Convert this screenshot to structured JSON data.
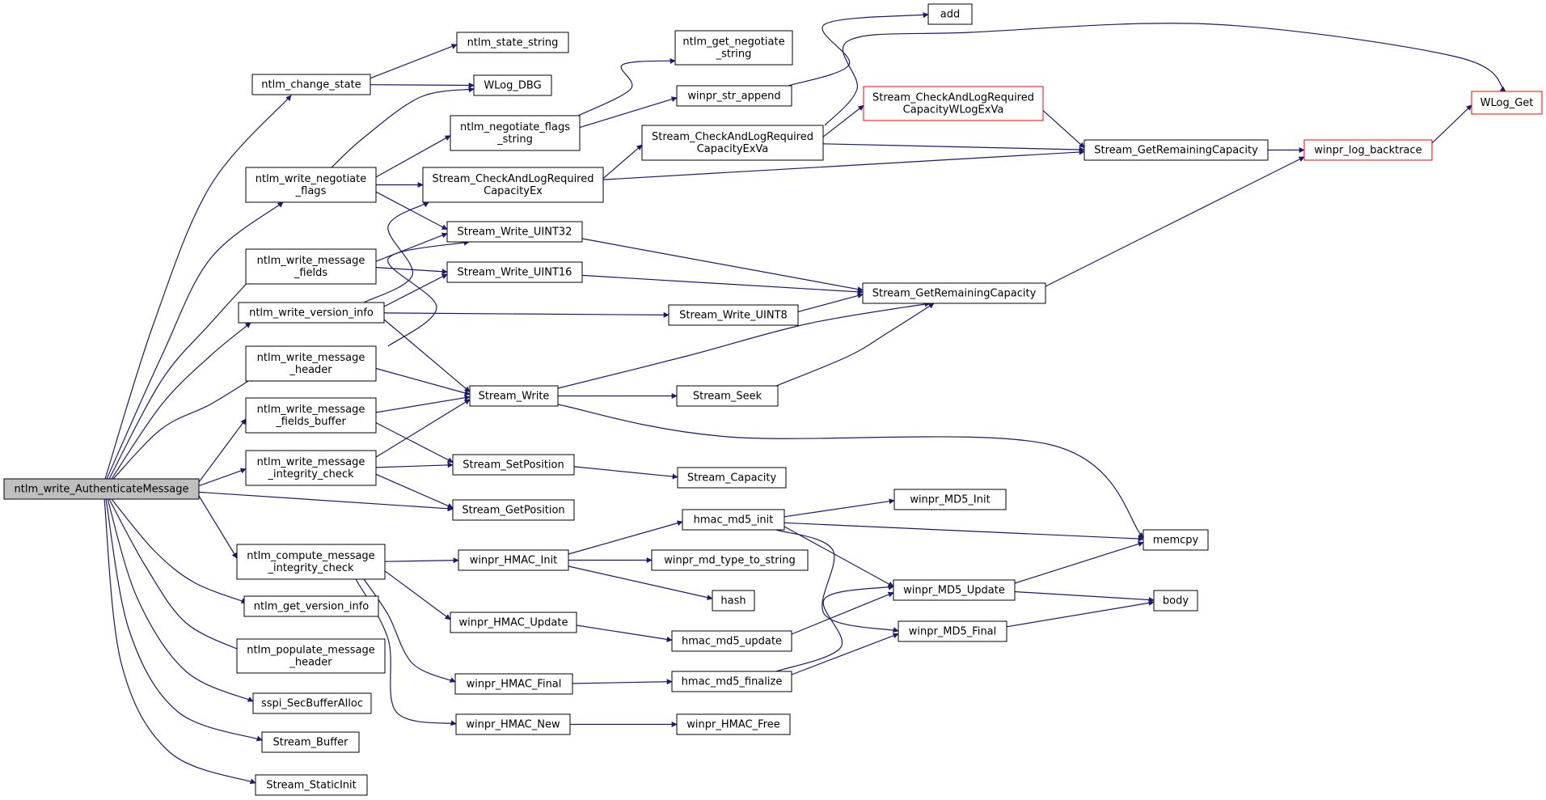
{
  "graph": {
    "edge_color": "#191970",
    "root_fill": "#bfbfbf",
    "truncated_border": "#ff0000",
    "nodes": [
      {
        "id": "root",
        "lines": [
          "ntlm_write_AuthenticateMessage"
        ],
        "root": true
      },
      {
        "id": "change_state",
        "lines": [
          "ntlm_change_state"
        ]
      },
      {
        "id": "state_string",
        "lines": [
          "ntlm_state_string"
        ]
      },
      {
        "id": "wlog_dbg",
        "lines": [
          "WLog_DBG"
        ]
      },
      {
        "id": "get_neg_string",
        "lines": [
          "ntlm_get_negotiate",
          "_string"
        ]
      },
      {
        "id": "add",
        "lines": [
          "add"
        ]
      },
      {
        "id": "str_append",
        "lines": [
          "winpr_str_append"
        ]
      },
      {
        "id": "neg_flags_string",
        "lines": [
          "ntlm_negotiate_flags",
          "_string"
        ]
      },
      {
        "id": "write_neg_flags",
        "lines": [
          "ntlm_write_negotiate",
          "_flags"
        ]
      },
      {
        "id": "cc_ex",
        "lines": [
          "Stream_CheckAndLogRequired",
          "CapacityEx"
        ]
      },
      {
        "id": "cc_exva",
        "lines": [
          "Stream_CheckAndLogRequired",
          "CapacityExVa"
        ]
      },
      {
        "id": "cc_wlogexva",
        "lines": [
          "Stream_CheckAndLogRequired",
          "CapacityWLogExVa"
        ],
        "truncated": true
      },
      {
        "id": "wlog_get",
        "lines": [
          "WLog_Get"
        ],
        "truncated": true
      },
      {
        "id": "remcap1",
        "lines": [
          "Stream_GetRemainingCapacity"
        ]
      },
      {
        "id": "log_backtrace",
        "lines": [
          "winpr_log_backtrace"
        ],
        "truncated": true
      },
      {
        "id": "w_uint32",
        "lines": [
          "Stream_Write_UINT32"
        ]
      },
      {
        "id": "w_uint16",
        "lines": [
          "Stream_Write_UINT16"
        ]
      },
      {
        "id": "w_uint8",
        "lines": [
          "Stream_Write_UINT8"
        ]
      },
      {
        "id": "remcap2",
        "lines": [
          "Stream_GetRemainingCapacity"
        ]
      },
      {
        "id": "write_msg_fields",
        "lines": [
          "ntlm_write_message",
          "_fields"
        ]
      },
      {
        "id": "write_version_info",
        "lines": [
          "ntlm_write_version_info"
        ]
      },
      {
        "id": "write_msg_header",
        "lines": [
          "ntlm_write_message",
          "_header"
        ]
      },
      {
        "id": "stream_write",
        "lines": [
          "Stream_Write"
        ]
      },
      {
        "id": "stream_seek",
        "lines": [
          "Stream_Seek"
        ]
      },
      {
        "id": "write_fields_buffer",
        "lines": [
          "ntlm_write_message",
          "_fields_buffer"
        ]
      },
      {
        "id": "write_integrity",
        "lines": [
          "ntlm_write_message",
          "_integrity_check"
        ]
      },
      {
        "id": "set_position",
        "lines": [
          "Stream_SetPosition"
        ]
      },
      {
        "id": "capacity",
        "lines": [
          "Stream_Capacity"
        ]
      },
      {
        "id": "get_position",
        "lines": [
          "Stream_GetPosition"
        ]
      },
      {
        "id": "md5_init",
        "lines": [
          "winpr_MD5_Init"
        ]
      },
      {
        "id": "hmac_md5_init",
        "lines": [
          "hmac_md5_init"
        ]
      },
      {
        "id": "memcpy",
        "lines": [
          "memcpy"
        ]
      },
      {
        "id": "compute_integrity",
        "lines": [
          "ntlm_compute_message",
          "_integrity_check"
        ]
      },
      {
        "id": "hmac_init",
        "lines": [
          "winpr_HMAC_Init"
        ]
      },
      {
        "id": "md_type_string",
        "lines": [
          "winpr_md_type_to_string"
        ]
      },
      {
        "id": "hash",
        "lines": [
          "hash"
        ]
      },
      {
        "id": "md5_update",
        "lines": [
          "winpr_MD5_Update"
        ]
      },
      {
        "id": "body",
        "lines": [
          "body"
        ]
      },
      {
        "id": "get_version_info",
        "lines": [
          "ntlm_get_version_info"
        ]
      },
      {
        "id": "hmac_update",
        "lines": [
          "winpr_HMAC_Update"
        ]
      },
      {
        "id": "hmac_md5_update",
        "lines": [
          "hmac_md5_update"
        ]
      },
      {
        "id": "md5_final",
        "lines": [
          "winpr_MD5_Final"
        ]
      },
      {
        "id": "populate_header",
        "lines": [
          "ntlm_populate_message",
          "_header"
        ]
      },
      {
        "id": "hmac_final",
        "lines": [
          "winpr_HMAC_Final"
        ]
      },
      {
        "id": "hmac_md5_finalize",
        "lines": [
          "hmac_md5_finalize"
        ]
      },
      {
        "id": "secbuf_alloc",
        "lines": [
          "sspi_SecBufferAlloc"
        ]
      },
      {
        "id": "hmac_new",
        "lines": [
          "winpr_HMAC_New"
        ]
      },
      {
        "id": "hmac_free",
        "lines": [
          "winpr_HMAC_Free"
        ]
      },
      {
        "id": "stream_buffer",
        "lines": [
          "Stream_Buffer"
        ]
      },
      {
        "id": "static_init",
        "lines": [
          "Stream_StaticInit"
        ]
      }
    ],
    "edges": [
      [
        "root",
        "change_state"
      ],
      [
        "root",
        "write_neg_flags"
      ],
      [
        "root",
        "write_msg_fields"
      ],
      [
        "root",
        "write_version_info"
      ],
      [
        "root",
        "write_msg_header"
      ],
      [
        "root",
        "write_fields_buffer"
      ],
      [
        "root",
        "write_integrity"
      ],
      [
        "root",
        "get_position"
      ],
      [
        "root",
        "compute_integrity"
      ],
      [
        "root",
        "get_version_info"
      ],
      [
        "root",
        "populate_header"
      ],
      [
        "root",
        "secbuf_alloc"
      ],
      [
        "root",
        "stream_buffer"
      ],
      [
        "root",
        "static_init"
      ],
      [
        "change_state",
        "state_string"
      ],
      [
        "change_state",
        "wlog_dbg"
      ],
      [
        "write_neg_flags",
        "wlog_dbg"
      ],
      [
        "write_neg_flags",
        "neg_flags_string"
      ],
      [
        "write_neg_flags",
        "cc_ex"
      ],
      [
        "write_neg_flags",
        "w_uint32"
      ],
      [
        "neg_flags_string",
        "get_neg_string"
      ],
      [
        "neg_flags_string",
        "str_append"
      ],
      [
        "str_append",
        "add"
      ],
      [
        "cc_ex",
        "cc_exva"
      ],
      [
        "cc_ex",
        "remcap1"
      ],
      [
        "cc_exva",
        "cc_wlogexva"
      ],
      [
        "cc_exva",
        "remcap1"
      ],
      [
        "cc_exva",
        "wlog_get"
      ],
      [
        "cc_wlogexva",
        "remcap1"
      ],
      [
        "remcap1",
        "log_backtrace"
      ],
      [
        "log_backtrace",
        "wlog_get"
      ],
      [
        "write_msg_fields",
        "w_uint32"
      ],
      [
        "write_msg_fields",
        "w_uint16"
      ],
      [
        "write_version_info",
        "cc_ex"
      ],
      [
        "write_version_info",
        "w_uint16"
      ],
      [
        "write_version_info",
        "w_uint8"
      ],
      [
        "write_version_info",
        "stream_write"
      ],
      [
        "write_msg_header",
        "w_uint32"
      ],
      [
        "write_msg_header",
        "stream_write"
      ],
      [
        "w_uint32",
        "remcap2"
      ],
      [
        "w_uint16",
        "remcap2"
      ],
      [
        "w_uint8",
        "remcap2"
      ],
      [
        "remcap2",
        "log_backtrace"
      ],
      [
        "stream_write",
        "remcap2"
      ],
      [
        "stream_write",
        "stream_seek"
      ],
      [
        "stream_write",
        "memcpy"
      ],
      [
        "stream_seek",
        "remcap2"
      ],
      [
        "write_fields_buffer",
        "stream_write"
      ],
      [
        "write_fields_buffer",
        "set_position"
      ],
      [
        "write_integrity",
        "stream_write"
      ],
      [
        "write_integrity",
        "set_position"
      ],
      [
        "write_integrity",
        "get_position"
      ],
      [
        "set_position",
        "capacity"
      ],
      [
        "compute_integrity",
        "hmac_init"
      ],
      [
        "compute_integrity",
        "hmac_update"
      ],
      [
        "compute_integrity",
        "hmac_final"
      ],
      [
        "compute_integrity",
        "hmac_new"
      ],
      [
        "hmac_init",
        "hmac_md5_init"
      ],
      [
        "hmac_init",
        "md_type_string"
      ],
      [
        "hmac_init",
        "hash"
      ],
      [
        "hmac_md5_init",
        "md5_init"
      ],
      [
        "hmac_md5_init",
        "memcpy"
      ],
      [
        "hmac_md5_init",
        "md5_update"
      ],
      [
        "hmac_md5_init",
        "md5_final"
      ],
      [
        "hmac_update",
        "hmac_md5_update"
      ],
      [
        "hmac_md5_update",
        "md5_update"
      ],
      [
        "hmac_final",
        "hmac_md5_finalize"
      ],
      [
        "hmac_md5_finalize",
        "md5_update"
      ],
      [
        "hmac_md5_finalize",
        "md5_final"
      ],
      [
        "md5_update",
        "memcpy"
      ],
      [
        "md5_update",
        "body"
      ],
      [
        "md5_final",
        "body"
      ],
      [
        "hmac_new",
        "hmac_free"
      ]
    ]
  }
}
